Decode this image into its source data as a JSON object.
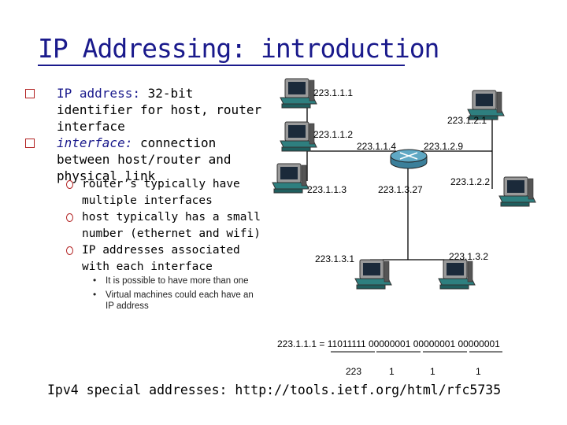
{
  "title": "IP Addressing: introduction",
  "bullets": [
    {
      "lead": "IP address:",
      "text": " 32-bit identifier for host, router interface"
    },
    {
      "lead": "interface:",
      "text": " connection between host/router and physical link"
    }
  ],
  "sub_bullets": [
    "router’s typically have multiple interfaces",
    "host typically has a small number (ethernet and wifi)",
    "IP addresses associated with each interface"
  ],
  "small_bullets": [
    "It is possible to have more than one",
    "Virtual machines could each have an IP address"
  ],
  "diagram": {
    "labels": {
      "h1": "223.1.1.1",
      "h2": "223.1.1.2",
      "r1": "223.1.1.4",
      "h3": "223.1.1.3",
      "h21": "223.1.2.1",
      "r2": "223.1.2.9",
      "h22": "223.1.2.2",
      "r3": "223.1.3.27",
      "h31": "223.1.3.1",
      "h32": "223.1.3.2"
    }
  },
  "binary": {
    "lhs": "223.1.1.1 = ",
    "rhs": "11011111 00000001 00000001 00000001",
    "decimals": [
      "223",
      "1",
      "1",
      "1"
    ]
  },
  "footer": "Ipv4 special addresses: http://tools.ietf.org/html/rfc5735"
}
